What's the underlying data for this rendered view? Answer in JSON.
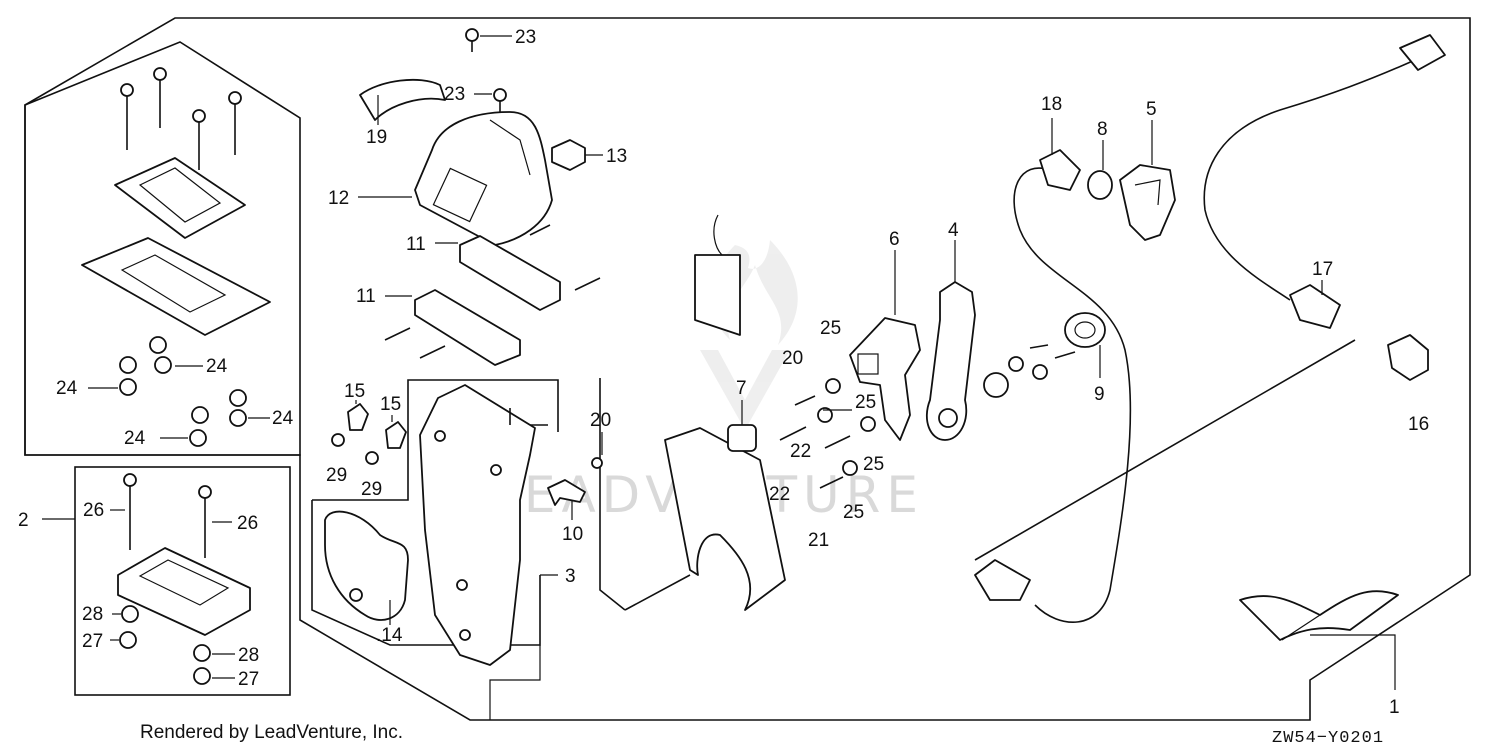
{
  "watermark": "LEADVENTURE",
  "footer": {
    "credit": "Rendered by LeadVenture, Inc.",
    "diagram_code": "ZW54−Y0201"
  },
  "callouts": {
    "c1": "1",
    "c2": "2",
    "c3": "3",
    "c4": "4",
    "c5": "5",
    "c6": "6",
    "c7": "7",
    "c8": "8",
    "c9": "9",
    "c10": "10",
    "c11a": "11",
    "c11b": "11",
    "c12": "12",
    "c13": "13",
    "c14": ".14",
    "c15a": "15",
    "c15b": "15",
    "c16": "16",
    "c17": "17",
    "c18": "18",
    "c19": "19",
    "c20a": "20",
    "c20b": "20",
    "c21": "21",
    "c22a": "22",
    "c22b": "22",
    "c23a": "23",
    "c23b": "23",
    "c24a": "24",
    "c24b": "24",
    "c24c": "24",
    "c24d": "24",
    "c25a": "25",
    "c25b": "25",
    "c25c": "25",
    "c25d": "25",
    "c26a": "26",
    "c26b": "26",
    "c27a": "27",
    "c27b": "27",
    "c28a": "28",
    "c28b": "28",
    "c29a": "29",
    "c29b": "29"
  }
}
